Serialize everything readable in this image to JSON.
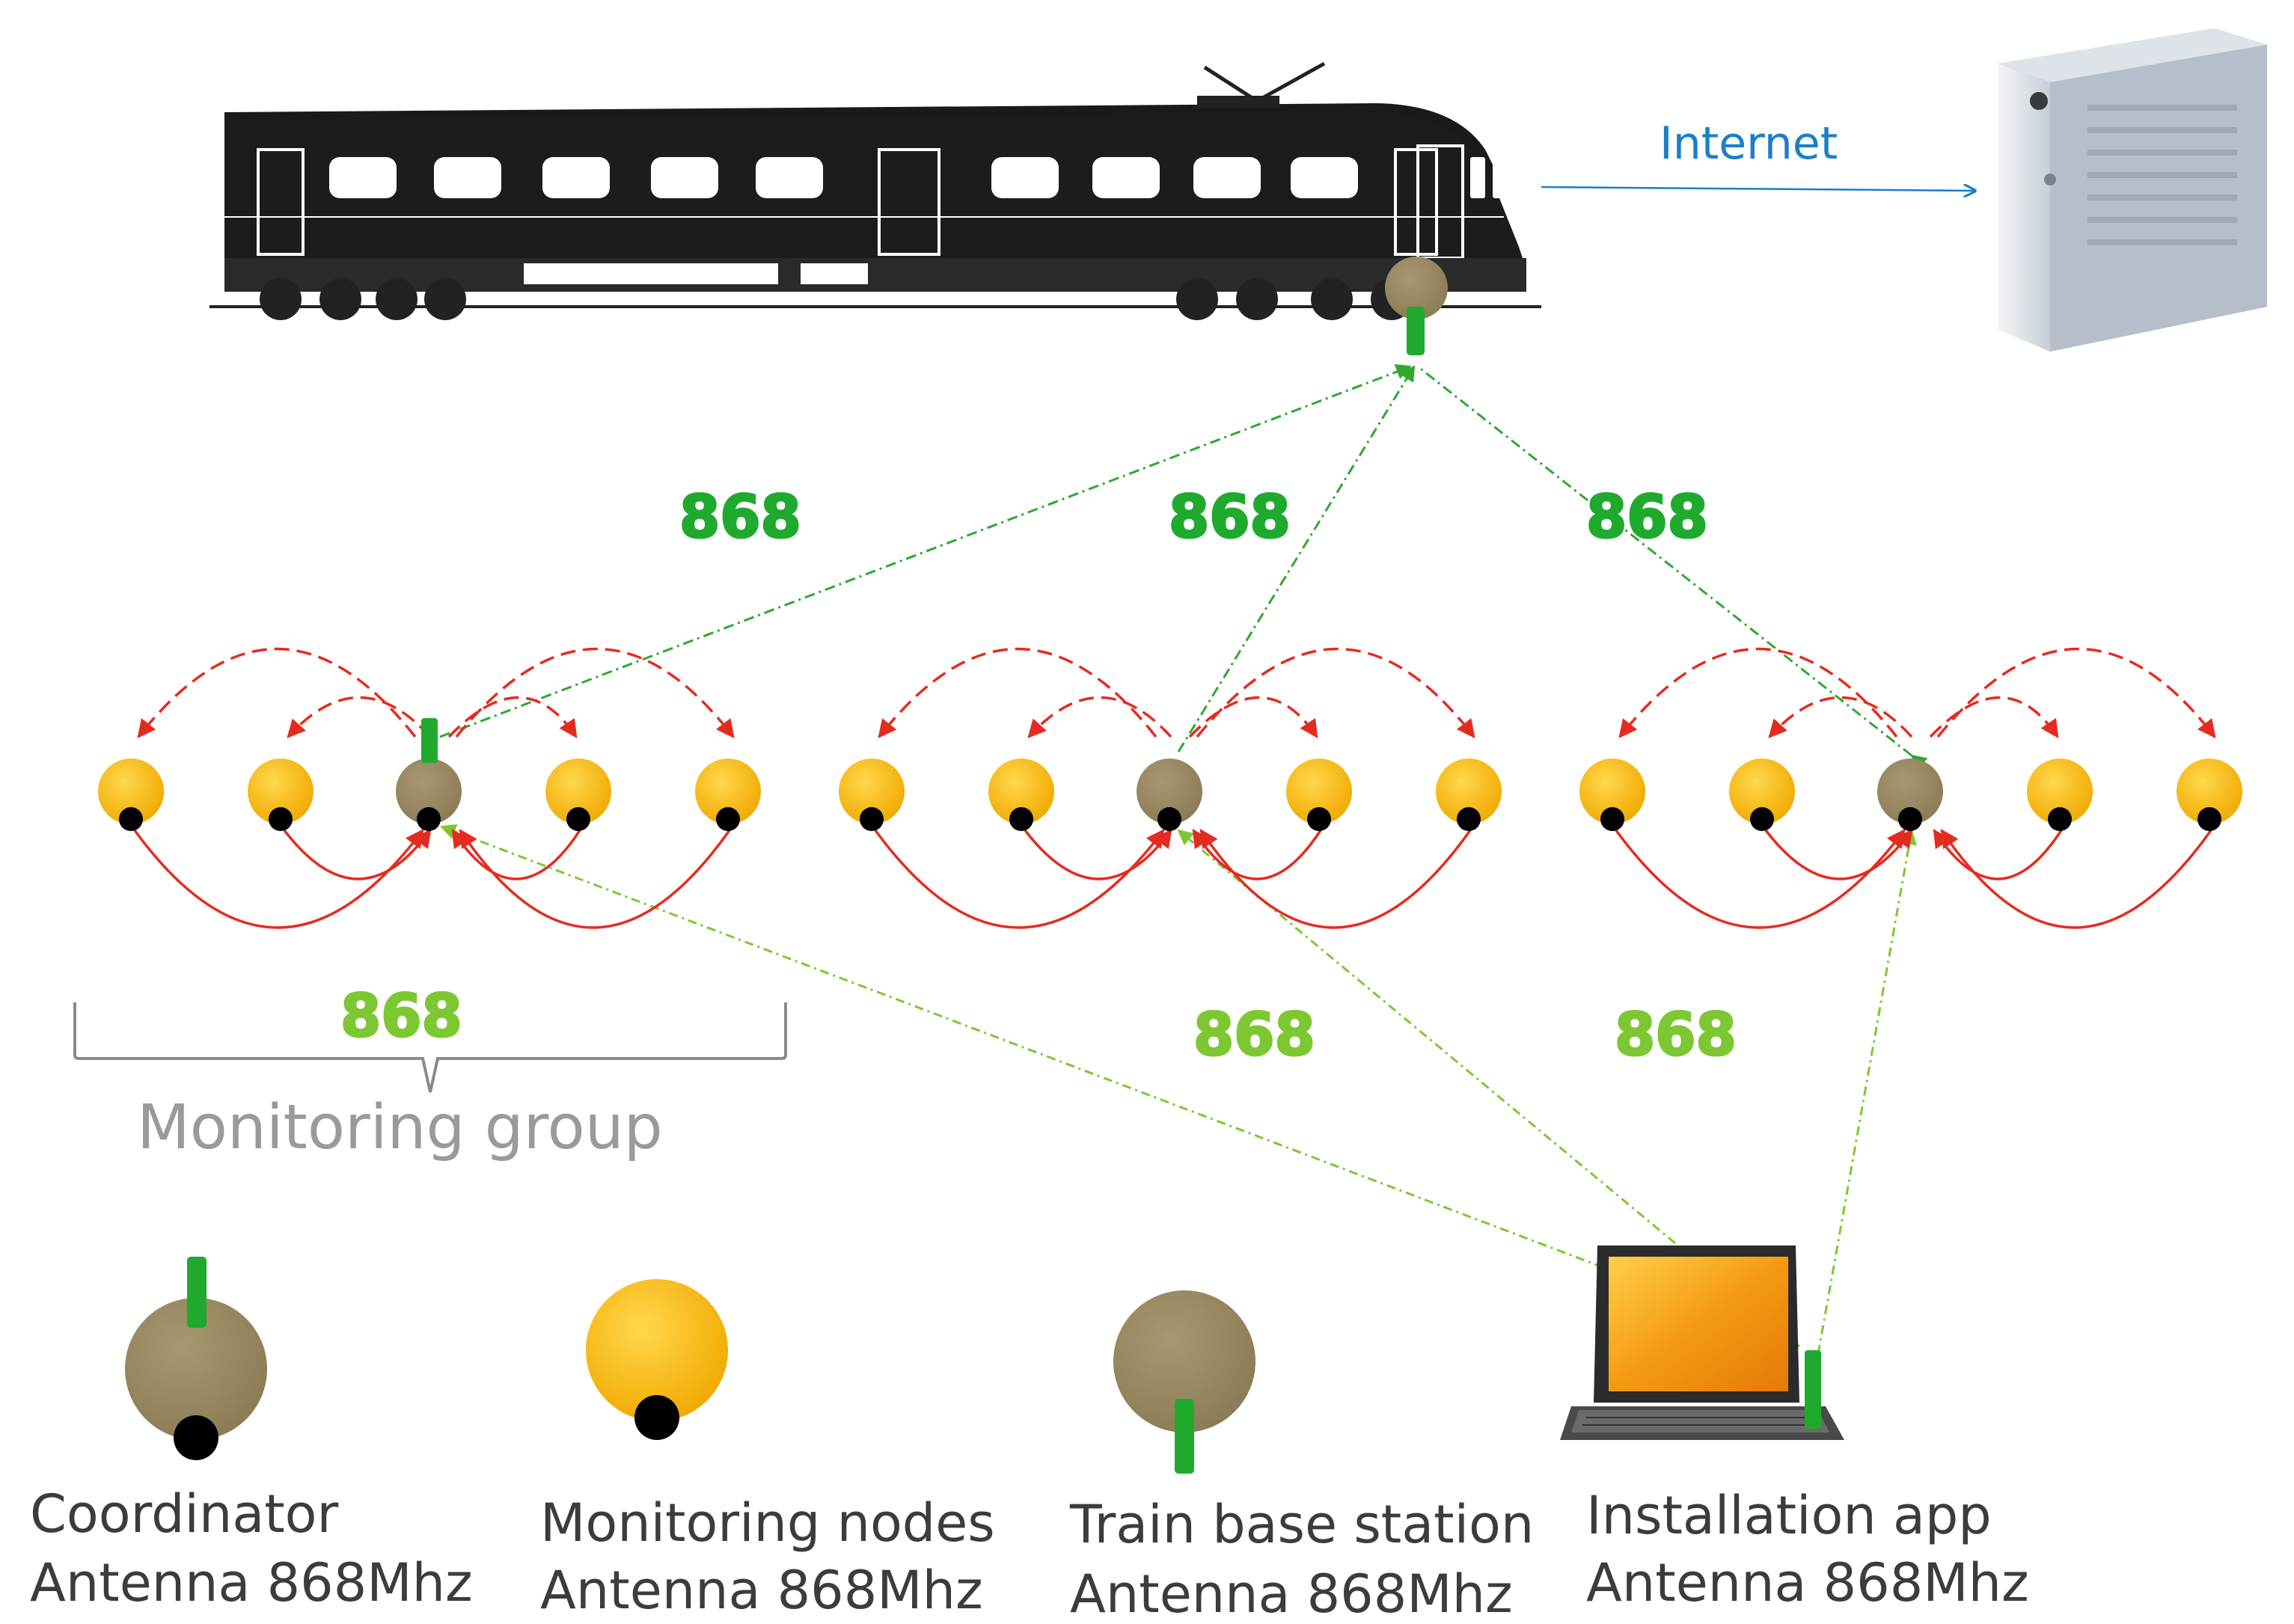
{
  "diagram": {
    "internet_label": "Internet",
    "freq_labels": [
      "868",
      "868",
      "868",
      "868",
      "868",
      "868"
    ],
    "group_label": "Monitoring group",
    "legend": [
      {
        "title": "Coordinator",
        "subtitle": "Antenna 868Mhz"
      },
      {
        "title": "Monitoring nodes",
        "subtitle": "Antenna 868Mhz"
      },
      {
        "title": "Train base station",
        "subtitle": "Antenna 868Mhz"
      },
      {
        "title": "Installation app",
        "subtitle": "Antenna 868Mhz"
      }
    ]
  },
  "colors": {
    "node_yellow": "#f5b800",
    "coordinator_tan": "#9a8a63",
    "antenna_green": "#1faa2e",
    "radio_link_green": "#2fa82f",
    "install_link_green": "#7dc832",
    "mesh_red": "#e52b1f",
    "internet_blue": "#1a7fc9",
    "group_label_gray": "#9a9a9a",
    "legend_text": "#3c3c3c"
  }
}
